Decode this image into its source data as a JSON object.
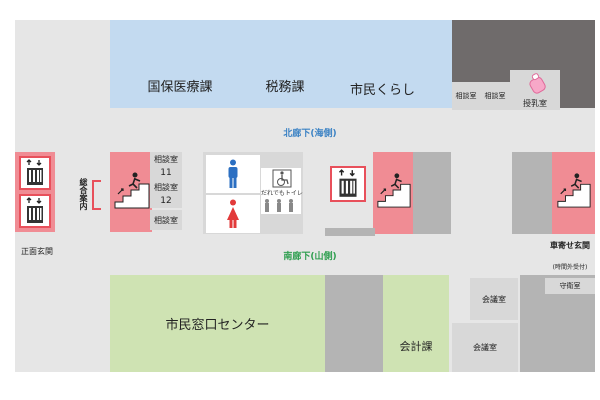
{
  "rooms": {
    "kokuho": "国保医療課",
    "zeimu": "税務課",
    "kurashi": "市民くらし",
    "consult_top_1": "相談室",
    "consult_top_2": "相談室",
    "nursing": "授乳室",
    "consult_11_label": "相談室",
    "consult_11_num": "11",
    "consult_12_label": "相談室",
    "consult_12_num": "12",
    "consult_plain": "相談室",
    "window_center": "市民窓口センター",
    "accounting": "会計課",
    "meeting_1": "会議室",
    "meeting_2": "会議室",
    "guard": "守衛室"
  },
  "corridors": {
    "north": "北廊下(海側)",
    "south": "南廊下(山側)"
  },
  "entrances": {
    "front": "正面玄関",
    "car_main": "車寄せ玄関",
    "car_sub": "(時間外受付)"
  },
  "labels": {
    "guide": "総合案内",
    "accessible_toilet": "だれでもトイレ"
  },
  "colors": {
    "corridor_north_text": "#3b82c4",
    "corridor_south_text": "#2e9e4f",
    "facility_pink": "#f08c94",
    "accent_red": "#e8505b"
  }
}
